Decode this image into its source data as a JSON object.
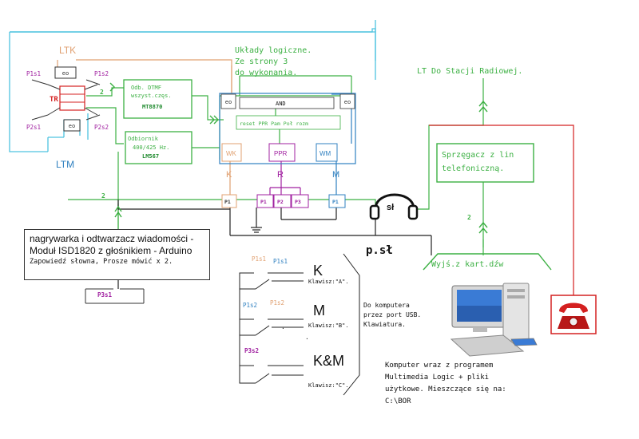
{
  "labels": {
    "ltk": "LTK",
    "ltm": "LTM",
    "tr": "TR",
    "eo": "eo",
    "p1s1": "P1s1",
    "p1s2": "P1s2",
    "p2s1": "P2s1",
    "p2s2": "P2s2",
    "two": "2",
    "k": "K",
    "r": "R",
    "m": "M",
    "p1": "P1",
    "p2": "P2",
    "p3": "P3",
    "wk": "WK",
    "ppr": "PPR",
    "wm": "WM",
    "and": "AND",
    "logic_row": "reset PPR Pam Poł rozm",
    "sl": "sł",
    "psl": "p.sł",
    "p3s1": "P3s1",
    "p3s2": "P3s2",
    "k_big": "K",
    "m_big": "M",
    "km_big": "K&M",
    "klawisz_a": "Klawisz:\"A\".",
    "klawisz_b": "Klawisz:\"B\".",
    "klawisz_c": "Klawisz:\"C\".",
    "dots": "."
  },
  "dtmf_box": {
    "line1": "Odb. DTMF",
    "line2": "wszyst.częs.",
    "line3": "MT8870"
  },
  "lm567_box": {
    "line1": "Odbiornik",
    "line2": "400/425 Hz.",
    "line3": "LM567"
  },
  "logic_title": [
    "Układy logiczne.",
    "Ze strony 3",
    "do wykonania."
  ],
  "lt_title": "LT Do Stacji Radiowej.",
  "sprzegacz": [
    "Sprzęgacz z lin",
    "telefoniczną."
  ],
  "wyjs": "Wyjś.z kart.dźw",
  "nagrywarka": {
    "line1": "nagrywarka i odtwarzacz wiadomości -",
    "line2": "Moduł ISD1820 z głośnikiem - Arduino",
    "line3": "Zapowiedź słowna, Prosze mówić x 2."
  },
  "usb_note": [
    "Do komputera",
    "przez port USB.",
    "Klawiatura."
  ],
  "computer_note": [
    "Komputer wraz z programem",
    "Multimedia Logic + pliki",
    "użytkowe. Mieszczące się na:",
    "C:\\BOR"
  ],
  "colors": {
    "cyan": "#4fc3e0",
    "orange": "#e0a070",
    "green": "#3cb043",
    "darkgreen": "#1f8a2e",
    "purple": "#a020a0",
    "blue": "#3080c0",
    "red": "#d42020",
    "black": "#222222"
  },
  "icons": [
    "headphones-icon",
    "computer-icon",
    "red-telephone-icon"
  ]
}
